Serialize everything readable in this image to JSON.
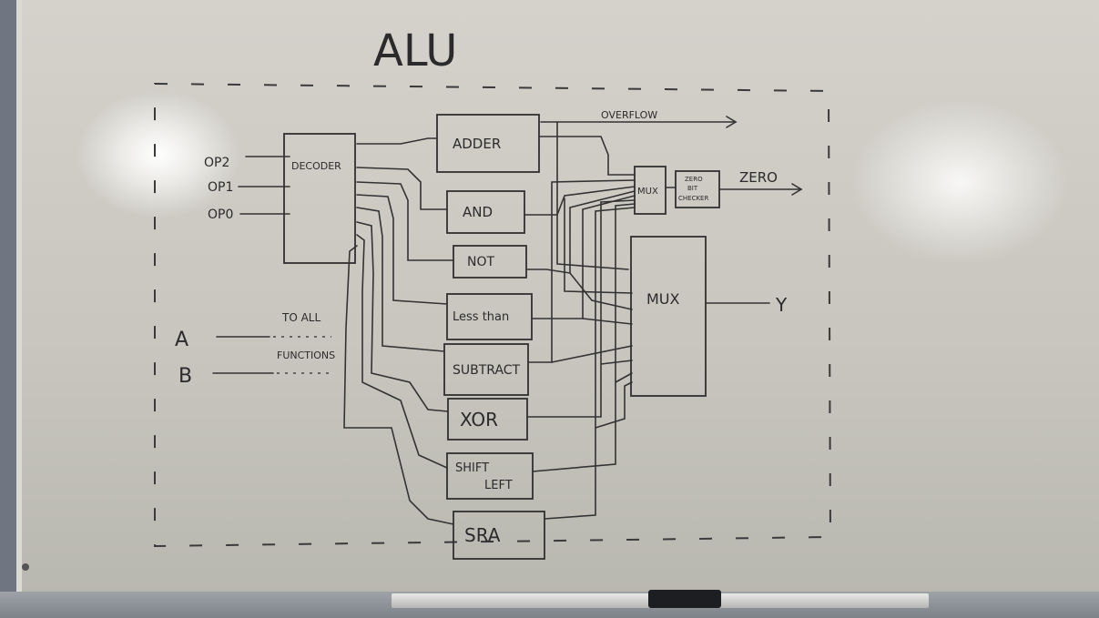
{
  "title": "ALU",
  "decoder": {
    "label": "DECODER",
    "inputs": [
      "OP2",
      "OP1",
      "OP0"
    ]
  },
  "operands": {
    "a": "A",
    "b": "B",
    "note_line1": "TO ALL",
    "note_line2": "FUNCTIONS"
  },
  "functions": {
    "adder": "ADDER",
    "and": "AND",
    "not": "NOT",
    "less_than": "Less than",
    "subtract": "SUBTRACT",
    "xor": "XOR",
    "shift_left_1": "SHIFT",
    "shift_left_2": "LEFT",
    "sra": "SRA"
  },
  "overflow_label": "OVERFLOW",
  "small_mux_label": "MUX",
  "zero_checker": {
    "line1": "ZERO",
    "line2": "BIT",
    "line3": "CHECKER"
  },
  "zero_output": "ZERO",
  "main_mux_label": "MUX",
  "output_label": "Y"
}
